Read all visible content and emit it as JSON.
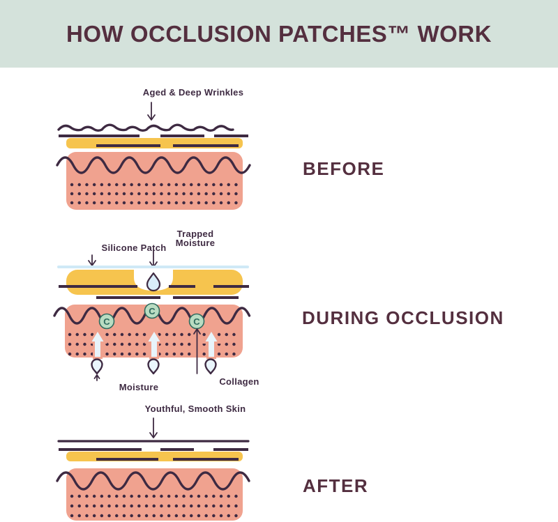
{
  "header": {
    "title": "HOW OCCLUSION PATCHES™ WORK"
  },
  "sections": {
    "before": {
      "label": "BEFORE",
      "annotation": "Aged & Deep Wrinkles"
    },
    "during": {
      "label": "DURING OCCLUSION",
      "annotations": {
        "silicone_patch": "Silicone Patch",
        "trapped_moisture": "Trapped Moisture",
        "moisture": "Moisture",
        "collagen": "Collagen",
        "collagen_initial": "C"
      }
    },
    "after": {
      "label": "AFTER",
      "annotation": "Youthful, Smooth Skin"
    }
  },
  "colors": {
    "header_background": "#d4e2db",
    "title_text": "#542f3f",
    "diagram_ink": "#3e2a42",
    "patch_yellow": "#f6c44e",
    "skin_pink": "#f0a28f",
    "silicone_blue": "#cfe9f6",
    "moisture_pale_blue": "#e8f4fb",
    "collagen_green": "#b9dcc2",
    "collagen_teal": "#2f6b5e"
  }
}
